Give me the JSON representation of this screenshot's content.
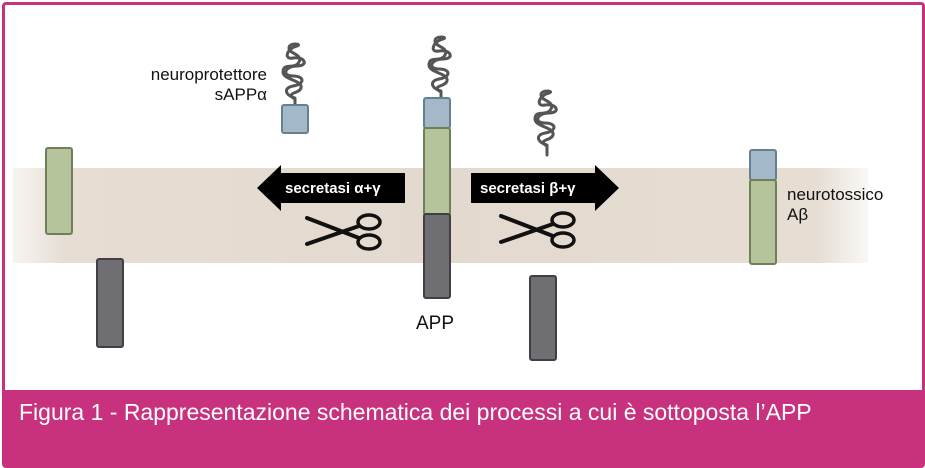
{
  "labels": {
    "neuroprotective_line1": "neuroprotettore",
    "neuroprotective_line2": "sAPPα",
    "neurotoxic_line1": "neurotossico",
    "neurotoxic_line2": "Aβ",
    "app": "APP"
  },
  "arrows": {
    "left": "secretasi α+γ",
    "right": "secretasi β+γ"
  },
  "caption": "Figura 1 - Rappresentazione schematica dei processi a cui è sottoposta l’APP",
  "colors": {
    "frame": "#c8317d",
    "green_segment": "#b5c49b",
    "gray_segment": "#6e6e73",
    "blue_segment": "#a3b9c9",
    "membrane": "#e3d9cf"
  }
}
